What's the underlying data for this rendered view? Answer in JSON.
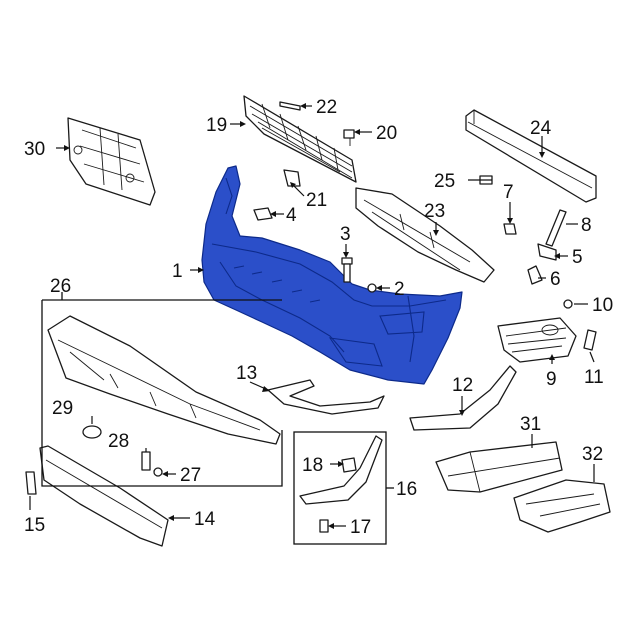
{
  "colors": {
    "highlight": "#2b4fc9",
    "highlight_dark": "#1f3aa3",
    "line": "#1a1a1a",
    "background": "#ffffff"
  },
  "callouts": {
    "c1": "1",
    "c2": "2",
    "c3": "3",
    "c4": "4",
    "c5": "5",
    "c6": "6",
    "c7": "7",
    "c8": "8",
    "c9": "9",
    "c10": "10",
    "c11": "11",
    "c12": "12",
    "c13": "13",
    "c14": "14",
    "c15": "15",
    "c16": "16",
    "c17": "17",
    "c18": "18",
    "c19": "19",
    "c20": "20",
    "c21": "21",
    "c22": "22",
    "c23": "23",
    "c24": "24",
    "c25": "25",
    "c26": "26",
    "c27": "27",
    "c28": "28",
    "c29": "29",
    "c30": "30",
    "c31": "31",
    "c32": "32"
  }
}
